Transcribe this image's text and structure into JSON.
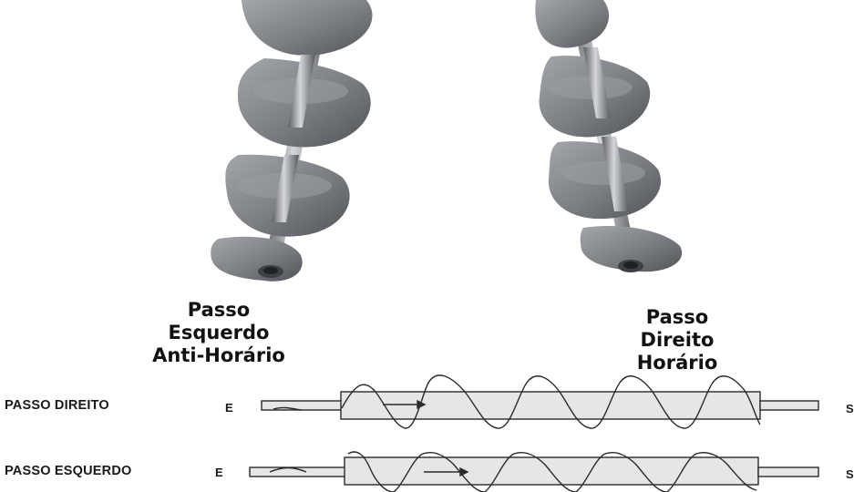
{
  "photos": {
    "left": {
      "name": "Passo Esquerdo",
      "lines": [
        "Passo",
        "Esquerdo",
        "Anti-Horário"
      ]
    },
    "right": {
      "name": "Passo Direito",
      "lines": [
        "Passo",
        "Direito",
        "Horário"
      ]
    }
  },
  "schematics": [
    {
      "label": "PASSO DIREITO",
      "inlet": "E",
      "outlet": "S"
    },
    {
      "label": "PASSO ESQUERDO",
      "inlet": "E",
      "outlet": "S"
    }
  ],
  "colors": {
    "steel_dark": "#5e6166",
    "steel_mid": "#8c8f94",
    "steel_light": "#b9bcc0",
    "drawing_ink": "#2a2a2a",
    "shaft_fill": "#e6e6e6"
  }
}
